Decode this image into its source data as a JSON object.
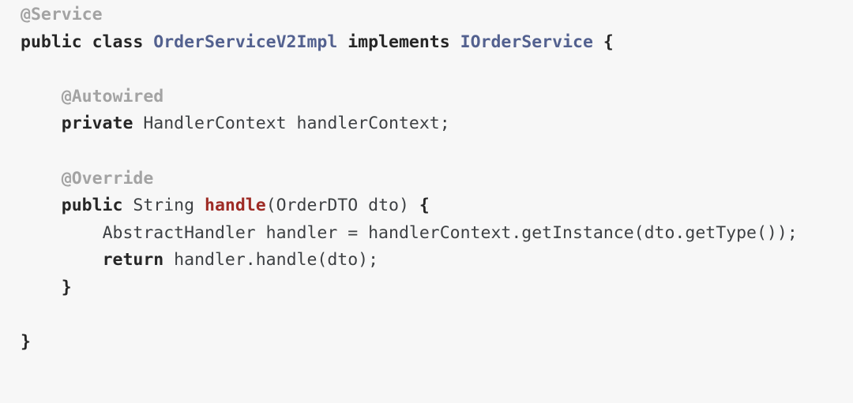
{
  "editor": {
    "language": "Java",
    "background_color": "#f7f7f7",
    "colors": {
      "annotation": "#a3a3a3",
      "keyword": "#262626",
      "type": "#53618f",
      "method": "#9e2b25",
      "plain": "#3d4043"
    }
  },
  "code": {
    "lines": [
      {
        "indent": 0,
        "tokens": [
          {
            "text": "@Service",
            "kind": "annotation"
          }
        ]
      },
      {
        "indent": 0,
        "tokens": [
          {
            "text": "public class ",
            "kind": "keyword"
          },
          {
            "text": "OrderServiceV2Impl",
            "kind": "type"
          },
          {
            "text": " implements ",
            "kind": "keyword"
          },
          {
            "text": "IOrderService",
            "kind": "type"
          },
          {
            "text": " {",
            "kind": "keyword"
          }
        ]
      },
      {
        "indent": 0,
        "tokens": []
      },
      {
        "indent": 1,
        "tokens": [
          {
            "text": "@Autowired",
            "kind": "annotation"
          }
        ]
      },
      {
        "indent": 1,
        "tokens": [
          {
            "text": "private",
            "kind": "keyword"
          },
          {
            "text": " HandlerContext handlerContext;",
            "kind": "plain"
          }
        ]
      },
      {
        "indent": 0,
        "tokens": []
      },
      {
        "indent": 1,
        "tokens": [
          {
            "text": "@Override",
            "kind": "annotation"
          }
        ]
      },
      {
        "indent": 1,
        "tokens": [
          {
            "text": "public",
            "kind": "keyword"
          },
          {
            "text": " String ",
            "kind": "plain"
          },
          {
            "text": "handle",
            "kind": "method"
          },
          {
            "text": "(OrderDTO dto) ",
            "kind": "plain"
          },
          {
            "text": "{",
            "kind": "punct"
          }
        ]
      },
      {
        "indent": 2,
        "tokens": [
          {
            "text": "AbstractHandler handler = handlerContext.getInstance(dto.getType());",
            "kind": "plain"
          }
        ]
      },
      {
        "indent": 2,
        "tokens": [
          {
            "text": "return",
            "kind": "keyword"
          },
          {
            "text": " handler.handle(dto);",
            "kind": "plain"
          }
        ]
      },
      {
        "indent": 1,
        "tokens": [
          {
            "text": "}",
            "kind": "brace"
          }
        ]
      },
      {
        "indent": 0,
        "tokens": []
      },
      {
        "indent": 0,
        "tokens": [
          {
            "text": "}",
            "kind": "brace"
          }
        ]
      }
    ]
  }
}
